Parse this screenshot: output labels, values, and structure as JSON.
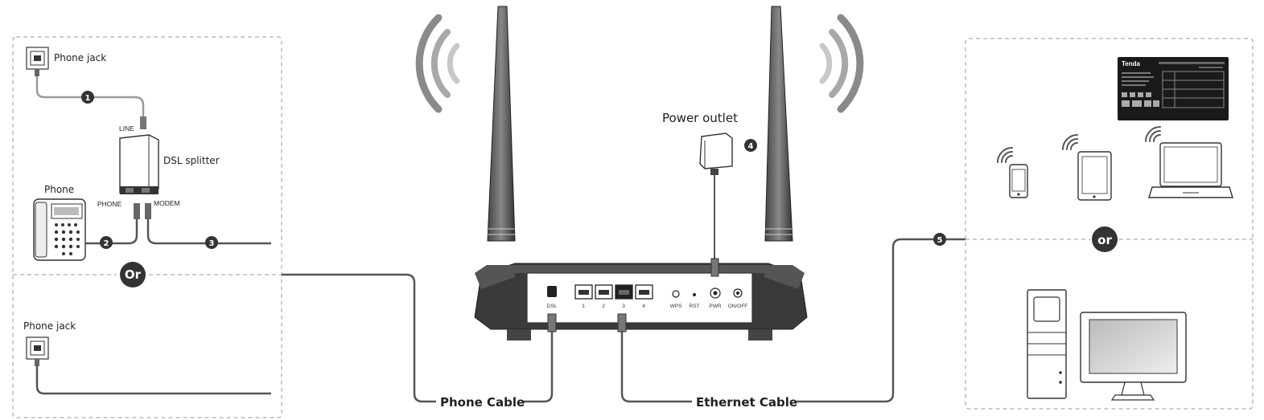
{
  "labels": {
    "phone_jack_top": "Phone jack",
    "phone_jack_bottom": "Phone jack",
    "line": "LINE",
    "dsl_splitter": "DSL splitter",
    "phone": "Phone",
    "phone_port": "PHONE",
    "modem_port": "MODEM",
    "power_outlet": "Power outlet",
    "or_left": "Or",
    "or_right": "or",
    "phone_cable": "Phone Cable",
    "ethernet_cable": "Ethernet Cable"
  },
  "steps": [
    "1",
    "2",
    "3",
    "4",
    "5"
  ],
  "router_ports": {
    "dsl": "DSL",
    "lan1": "1",
    "lan2": "2",
    "lan3": "3",
    "lan4": "4",
    "wps": "WPS",
    "rst": "RST",
    "pwr": "PWR",
    "onoff": "ON/OFF"
  },
  "label_card": {
    "brand": "Tenda"
  },
  "icons": [
    "phone-jack-icon",
    "dsl-splitter-icon",
    "desk-phone-icon",
    "router-icon",
    "power-adapter-icon",
    "wifi-waves-icon",
    "smartphone-icon",
    "tablet-icon",
    "laptop-icon",
    "desktop-tower-icon",
    "monitor-icon",
    "device-label-icon"
  ],
  "colors": {
    "line": "#555555",
    "cable_light": "#9a9a9a",
    "badge": "#333333",
    "dash": "#999999"
  }
}
